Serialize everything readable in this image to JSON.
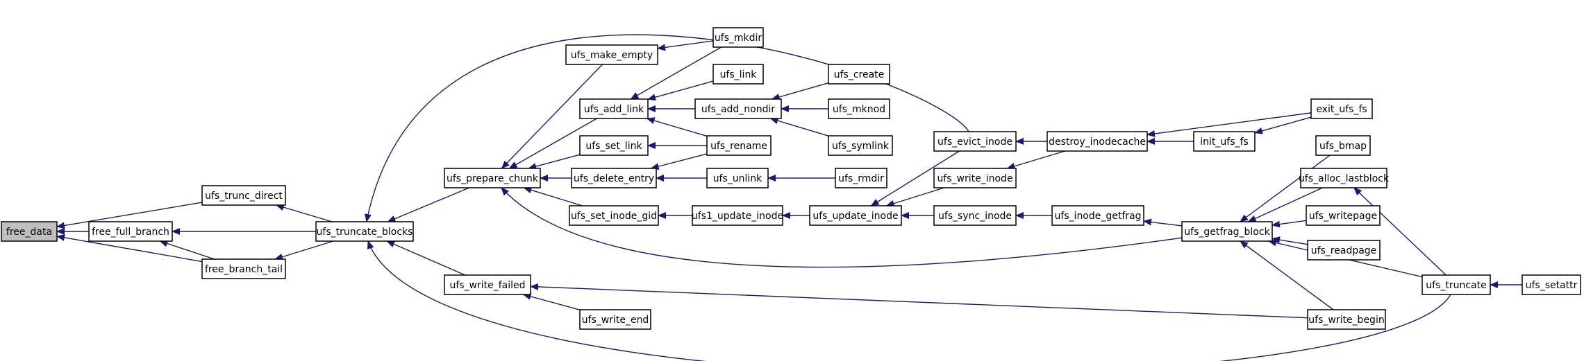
{
  "diagram": {
    "type": "call-graph",
    "edge_color": "#191970",
    "root_fill": "#bfbfbf",
    "nodes": [
      {
        "id": "free_data",
        "label": "free_data"
      },
      {
        "id": "free_full_branch",
        "label": "free_full_branch"
      },
      {
        "id": "ufs_trunc_direct",
        "label": "ufs_trunc_direct"
      },
      {
        "id": "free_branch_tail",
        "label": "free_branch_tail"
      },
      {
        "id": "ufs_truncate_blocks",
        "label": "ufs_truncate_blocks"
      },
      {
        "id": "ufs_prepare_chunk",
        "label": "ufs_prepare_chunk"
      },
      {
        "id": "ufs_write_failed",
        "label": "ufs_write_failed"
      },
      {
        "id": "ufs_evict_inode",
        "label": "ufs_evict_inode"
      },
      {
        "id": "ufs_truncate",
        "label": "ufs_truncate"
      },
      {
        "id": "ufs_make_empty",
        "label": "ufs_make_empty"
      },
      {
        "id": "ufs_add_link",
        "label": "ufs_add_link"
      },
      {
        "id": "ufs_set_link",
        "label": "ufs_set_link"
      },
      {
        "id": "ufs_delete_entry",
        "label": "ufs_delete_entry"
      },
      {
        "id": "ufs_set_inode_gid",
        "label": "ufs_set_inode_gid"
      },
      {
        "id": "ufs_getfrag_block",
        "label": "ufs_getfrag_block"
      },
      {
        "id": "ufs_write_end",
        "label": "ufs_write_end"
      },
      {
        "id": "ufs_write_begin",
        "label": "ufs_write_begin"
      },
      {
        "id": "ufs_mkdir",
        "label": "ufs_mkdir"
      },
      {
        "id": "ufs_link",
        "label": "ufs_link"
      },
      {
        "id": "ufs_add_nondir",
        "label": "ufs_add_nondir"
      },
      {
        "id": "ufs_rename",
        "label": "ufs_rename"
      },
      {
        "id": "ufs_create",
        "label": "ufs_create"
      },
      {
        "id": "ufs_mknod",
        "label": "ufs_mknod"
      },
      {
        "id": "ufs_symlink",
        "label": "ufs_symlink"
      },
      {
        "id": "ufs_unlink",
        "label": "ufs_unlink"
      },
      {
        "id": "ufs_rmdir",
        "label": "ufs_rmdir"
      },
      {
        "id": "ufs1_update_inode",
        "label": "ufs1_update_inode"
      },
      {
        "id": "ufs_update_inode",
        "label": "ufs_update_inode"
      },
      {
        "id": "ufs_write_inode",
        "label": "ufs_write_inode"
      },
      {
        "id": "ufs_sync_inode",
        "label": "ufs_sync_inode"
      },
      {
        "id": "destroy_inodecache",
        "label": "destroy_inodecache"
      },
      {
        "id": "init_ufs_fs",
        "label": "init_ufs_fs"
      },
      {
        "id": "exit_ufs_fs",
        "label": "exit_ufs_fs"
      },
      {
        "id": "ufs_inode_getfrag",
        "label": "ufs_inode_getfrag"
      },
      {
        "id": "ufs_bmap",
        "label": "ufs_bmap"
      },
      {
        "id": "ufs_alloc_lastblock",
        "label": "ufs_alloc_lastblock"
      },
      {
        "id": "ufs_writepage",
        "label": "ufs_writepage"
      },
      {
        "id": "ufs_readpage",
        "label": "ufs_readpage"
      },
      {
        "id": "ufs_setattr",
        "label": "ufs_setattr"
      }
    ],
    "edges": [
      {
        "from": "free_full_branch",
        "to": "free_data"
      },
      {
        "from": "ufs_trunc_direct",
        "to": "free_data"
      },
      {
        "from": "free_branch_tail",
        "to": "free_data"
      },
      {
        "from": "free_branch_tail",
        "to": "free_full_branch"
      },
      {
        "from": "ufs_truncate_blocks",
        "to": "free_full_branch"
      },
      {
        "from": "ufs_truncate_blocks",
        "to": "ufs_trunc_direct"
      },
      {
        "from": "ufs_truncate_blocks",
        "to": "free_branch_tail"
      },
      {
        "from": "ufs_evict_inode",
        "to": "ufs_truncate_blocks"
      },
      {
        "from": "ufs_prepare_chunk",
        "to": "ufs_truncate_blocks"
      },
      {
        "from": "ufs_write_failed",
        "to": "ufs_truncate_blocks"
      },
      {
        "from": "ufs_truncate",
        "to": "ufs_truncate_blocks"
      },
      {
        "from": "ufs_make_empty",
        "to": "ufs_prepare_chunk"
      },
      {
        "from": "ufs_add_link",
        "to": "ufs_prepare_chunk"
      },
      {
        "from": "ufs_set_link",
        "to": "ufs_prepare_chunk"
      },
      {
        "from": "ufs_delete_entry",
        "to": "ufs_prepare_chunk"
      },
      {
        "from": "ufs_set_inode_gid",
        "to": "ufs_prepare_chunk"
      },
      {
        "from": "ufs_getfrag_block",
        "to": "ufs_prepare_chunk"
      },
      {
        "from": "ufs_write_end",
        "to": "ufs_write_failed"
      },
      {
        "from": "ufs_write_begin",
        "to": "ufs_write_failed"
      },
      {
        "from": "ufs_mkdir",
        "to": "ufs_make_empty"
      },
      {
        "from": "ufs_mkdir",
        "to": "ufs_add_link"
      },
      {
        "from": "ufs_link",
        "to": "ufs_add_link"
      },
      {
        "from": "ufs_add_nondir",
        "to": "ufs_add_link"
      },
      {
        "from": "ufs_rename",
        "to": "ufs_add_link"
      },
      {
        "from": "ufs_rename",
        "to": "ufs_set_link"
      },
      {
        "from": "ufs_rename",
        "to": "ufs_delete_entry"
      },
      {
        "from": "ufs_unlink",
        "to": "ufs_delete_entry"
      },
      {
        "from": "ufs_create",
        "to": "ufs_add_nondir"
      },
      {
        "from": "ufs_mknod",
        "to": "ufs_add_nondir"
      },
      {
        "from": "ufs_symlink",
        "to": "ufs_add_nondir"
      },
      {
        "from": "ufs_rmdir",
        "to": "ufs_unlink"
      },
      {
        "from": "ufs1_update_inode",
        "to": "ufs_set_inode_gid"
      },
      {
        "from": "ufs_update_inode",
        "to": "ufs1_update_inode"
      },
      {
        "from": "ufs_write_inode",
        "to": "ufs_update_inode"
      },
      {
        "from": "ufs_sync_inode",
        "to": "ufs_update_inode"
      },
      {
        "from": "ufs_evict_inode",
        "to": "ufs_update_inode"
      },
      {
        "from": "ufs_inode_getfrag",
        "to": "ufs_sync_inode"
      },
      {
        "from": "destroy_inodecache",
        "to": "ufs_evict_inode"
      },
      {
        "from": "destroy_inodecache",
        "to": "ufs_write_inode"
      },
      {
        "from": "init_ufs_fs",
        "to": "destroy_inodecache"
      },
      {
        "from": "exit_ufs_fs",
        "to": "destroy_inodecache"
      },
      {
        "from": "exit_ufs_fs",
        "to": "init_ufs_fs"
      },
      {
        "from": "ufs_getfrag_block",
        "to": "ufs_inode_getfrag"
      },
      {
        "from": "ufs_bmap",
        "to": "ufs_getfrag_block"
      },
      {
        "from": "ufs_alloc_lastblock",
        "to": "ufs_getfrag_block"
      },
      {
        "from": "ufs_writepage",
        "to": "ufs_getfrag_block"
      },
      {
        "from": "ufs_readpage",
        "to": "ufs_getfrag_block"
      },
      {
        "from": "ufs_write_begin",
        "to": "ufs_getfrag_block"
      },
      {
        "from": "ufs_truncate",
        "to": "ufs_getfrag_block"
      },
      {
        "from": "ufs_truncate",
        "to": "ufs_alloc_lastblock"
      },
      {
        "from": "ufs_setattr",
        "to": "ufs_truncate"
      }
    ]
  }
}
